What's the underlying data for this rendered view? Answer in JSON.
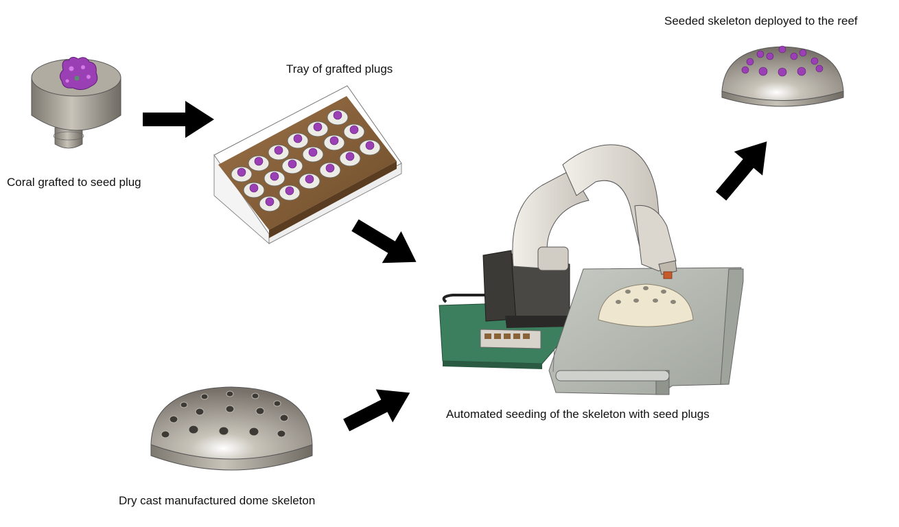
{
  "labels": {
    "plug": "Coral grafted to seed plug",
    "tray": "Tray of grafted plugs",
    "reef": "Seeded skeleton deployed to the reef",
    "robot": "Automated seeding of the skeleton with seed plugs",
    "dome": "Dry cast manufactured dome skeleton"
  },
  "colors": {
    "arrow": "#000000",
    "coral": "#9b3fb5",
    "metal": "#9c968b",
    "tray_wood": "#8a6238",
    "robot_body": "#e2ded7",
    "table_green": "#3c7f5e",
    "conveyor": "#b9bdb6",
    "cream_dome": "#efe6cf"
  }
}
